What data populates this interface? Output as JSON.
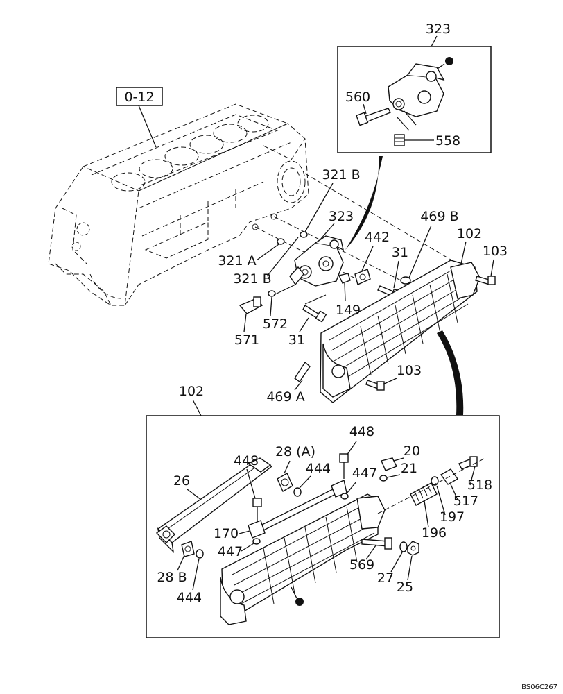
{
  "diagram": {
    "reference_box": "0-12",
    "drawing_code": "BS06C267",
    "callouts": {
      "c323_top": "323",
      "c560": "560",
      "c558": "558",
      "c321b_top": "321 B",
      "c323_mid": "323",
      "c442": "442",
      "c469b": "469 B",
      "c102_mid": "102",
      "c103_top": "103",
      "c31_mid": "31",
      "c321a": "321 A",
      "c321b_mid": "321 B",
      "c149": "149",
      "c572": "572",
      "c571": "571",
      "c31_low": "31",
      "c103_low": "103",
      "c469a": "469 A",
      "c102_low": "102",
      "c448_top": "448",
      "c20": "20",
      "c28a": "28 (A)",
      "c448_left": "448",
      "c444_top": "444",
      "c447_top": "447",
      "c21": "21",
      "c518": "518",
      "c26": "26",
      "c517": "517",
      "c197": "197",
      "c170": "170",
      "c196": "196",
      "c447_low": "447",
      "c569": "569",
      "c28b": "28 B",
      "c27": "27",
      "c444_low": "444",
      "c25": "25"
    }
  }
}
